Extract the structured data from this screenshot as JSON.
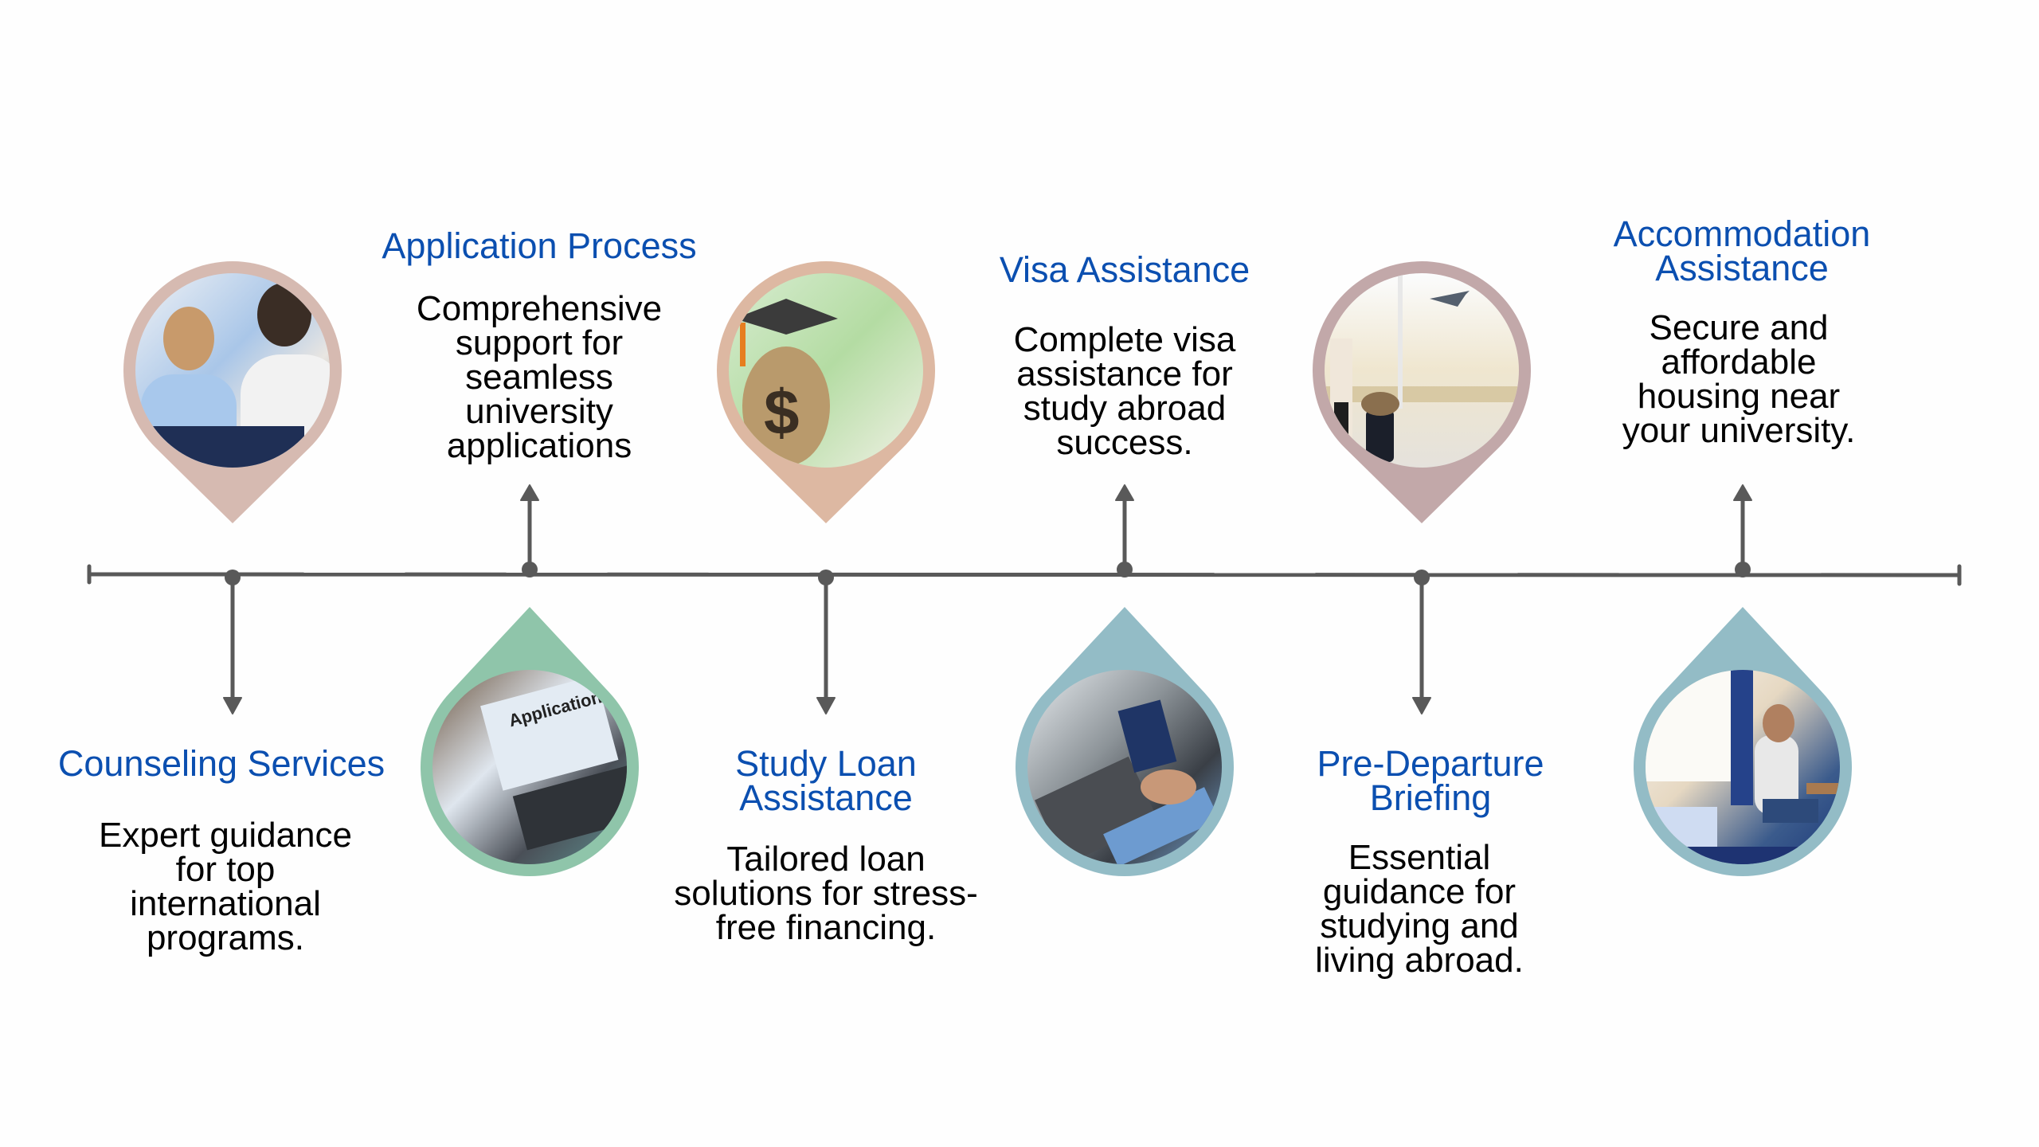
{
  "diagram": {
    "type": "timeline",
    "line_color": "#595959",
    "title_color": "#0b4fb0",
    "milestones": [
      {
        "title": "Counseling Services",
        "description": "Expert guidance\nfor top\ninternational\nprograms.",
        "image": "counselor-meeting-photo",
        "pin_color": "#d6bab1",
        "pin_direction": "up",
        "arrow_direction": "down"
      },
      {
        "title": "Application Process",
        "description": "Comprehensive\nsupport for\nseamless\nuniversity\napplications",
        "image": "laptop-application-form-photo",
        "pin_color": "#8fc5aa",
        "pin_direction": "down",
        "arrow_direction": "up"
      },
      {
        "title": "Study Loan\nAssistance",
        "description": "Tailored loan\nsolutions for stress-\nfree financing.",
        "image": "money-bag-graduation-cap-photo",
        "pin_color": "#ddb8a2",
        "pin_direction": "up",
        "arrow_direction": "down"
      },
      {
        "title": "Visa Assistance",
        "description": "Complete visa\nassistance for\nstudy abroad\nsuccess.",
        "image": "passport-laptop-photo",
        "pin_color": "#93bcc6",
        "pin_direction": "down",
        "arrow_direction": "up"
      },
      {
        "title": "Pre-Departure\nBriefing",
        "description": "Essential\nguidance for\nstudying and\nliving abroad.",
        "image": "airport-traveler-photo",
        "pin_color": "#c2a8a9",
        "pin_direction": "up",
        "arrow_direction": "down"
      },
      {
        "title": "Accommodation\nAssistance",
        "description": "Secure and\naffordable\nhousing near\nyour university.",
        "image": "student-dorm-room-photo",
        "pin_color": "#93bcc6",
        "pin_direction": "down",
        "arrow_direction": "up"
      }
    ]
  }
}
